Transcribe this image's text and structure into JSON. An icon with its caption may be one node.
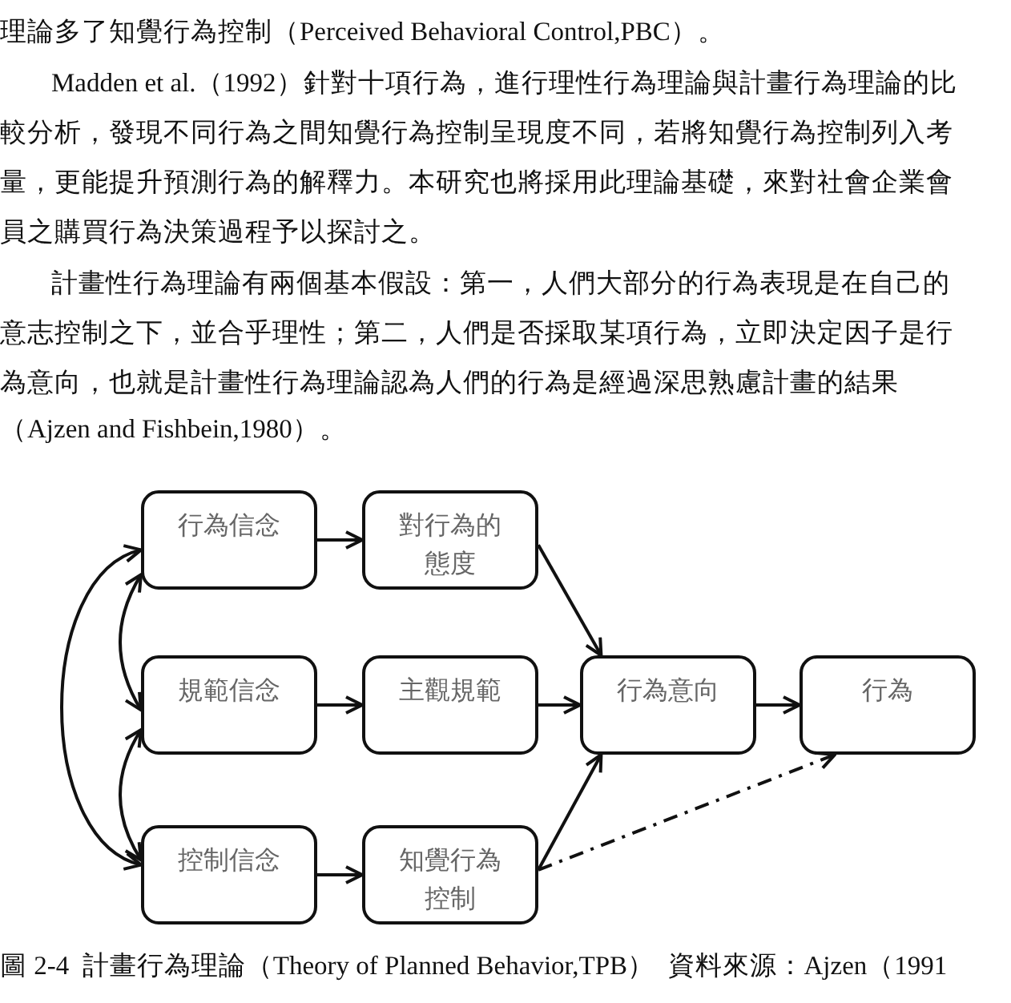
{
  "diagram": {
    "caption": "圖 2-4  計畫行為理論（Theory of Planned Behavior,TPB）  資料來源：Ajzen（1991",
    "nodes": [
      {
        "text": [
          "行為信念"
        ]
      },
      {
        "text": [
          "對行為的態度"
        ]
      },
      {
        "text": [
          "規範信念"
        ]
      },
      {
        "text": [
          "主觀規範"
        ]
      },
      {
        "text": [
          "控制信念"
        ]
      },
      {
        "text": [
          "知覺行為控制"
        ]
      },
      {
        "text": [
          "行為意向"
        ]
      },
      {
        "text": [
          "行為"
        ]
      }
    ],
    "edges": [
      {
        "from": 0,
        "to": 1,
        "arrow": "to"
      },
      {
        "from": 2,
        "to": 3,
        "arrow": "to"
      },
      {
        "from": 4,
        "to": 5,
        "arrow": "to"
      },
      {
        "from": 1,
        "to": 6,
        "arrow": "to"
      },
      {
        "from": 3,
        "to": 6,
        "arrow": "to"
      },
      {
        "from": 5,
        "to": 6,
        "arrow": "to"
      },
      {
        "from": 6,
        "to": 7,
        "arrow": "to"
      },
      {
        "from": 5,
        "to": 7,
        "arrow": "to",
        "style": "dashed"
      },
      {
        "from": 0,
        "to": 2,
        "arrow": "both"
      },
      {
        "from": 2,
        "to": 4,
        "arrow": "both"
      },
      {
        "from": 0,
        "to": 4,
        "arrow": "both"
      }
    ],
    "labels": [
      "理論多了知覺行為控制（Perceived Behavioral Control,PBC）。",
      "Madden et al.（1992）針對十項行為，進行理性行為理論與計畫行為理論的比",
      "較分析，發現不同行為之間知覺行為控制呈現度不同，若將知覺行為控制列入考",
      "量，更能提升預測行為的解釋力。本研究也將採用此理論基礎，來對社會企業會",
      "員之購買行為決策過程予以探討之。",
      "計畫性行為理論有兩個基本假設：第一，人們大部分的行為表現是在自己的",
      "意志控制之下，並合乎理性；第二，人們是否採取某項行為，立即決定因子是行",
      "為意向，也就是計畫性行為理論認為人們的行為是經過深思熟慮計畫的結果",
      "（Ajzen and Fishbein,1980）。"
    ]
  }
}
